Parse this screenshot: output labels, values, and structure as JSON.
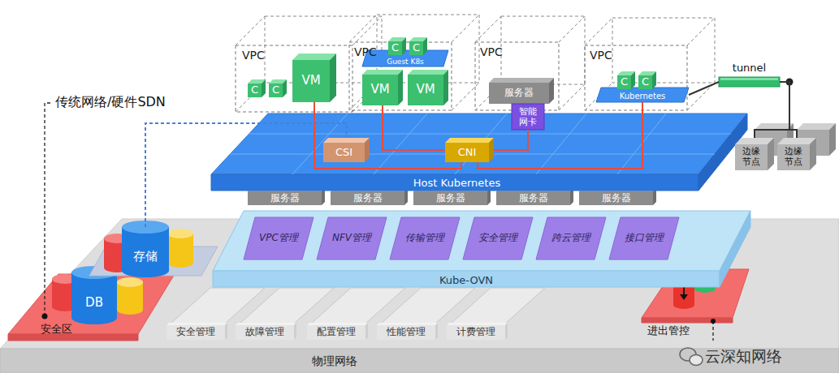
{
  "diagram": {
    "nodes": [
      {
        "text": [
          "VPC"
        ]
      },
      {
        "text": [
          "C"
        ],
        "in": 0
      },
      {
        "text": [
          "C"
        ],
        "in": 0
      },
      {
        "text": [
          "VM"
        ],
        "in": 0
      },
      {
        "text": [
          "VPC"
        ]
      },
      {
        "text": [
          "Guest K8s"
        ],
        "in": 4
      },
      {
        "text": [
          "C"
        ],
        "in": 5
      },
      {
        "text": [
          "C"
        ],
        "in": 5
      },
      {
        "text": [
          "VM"
        ],
        "in": 4
      },
      {
        "text": [
          "VM"
        ],
        "in": 4
      },
      {
        "text": [
          "VPC"
        ]
      },
      {
        "text": [
          "服务器"
        ],
        "in": 10
      },
      {
        "text": [
          "智能网卡"
        ]
      },
      {
        "text": [
          "VPC"
        ]
      },
      {
        "text": [
          "Kubernetes"
        ],
        "in": 13
      },
      {
        "text": [
          "C"
        ],
        "in": 14
      },
      {
        "text": [
          "C"
        ],
        "in": 14
      },
      {
        "text": [
          "tunnel"
        ]
      },
      {
        "text": [
          "边缘节点"
        ]
      },
      {
        "text": [
          "边缘节点"
        ]
      },
      {
        "text": [
          "Host Kubernetes"
        ]
      },
      {
        "text": [
          "CSI"
        ],
        "in": 20
      },
      {
        "text": [
          "CNI"
        ],
        "in": 20
      },
      {
        "text": [
          "服务器"
        ]
      },
      {
        "text": [
          "服务器"
        ]
      },
      {
        "text": [
          "服务器"
        ]
      },
      {
        "text": [
          "服务器"
        ]
      },
      {
        "text": [
          "服务器"
        ]
      },
      {
        "text": [
          "Kube-OVN"
        ]
      },
      {
        "text": [
          "VPC管理"
        ],
        "in": 28
      },
      {
        "text": [
          "NFV管理"
        ],
        "in": 28
      },
      {
        "text": [
          "传输管理"
        ],
        "in": 28
      },
      {
        "text": [
          "安全管理"
        ],
        "in": 28
      },
      {
        "text": [
          "跨云管理"
        ],
        "in": 28
      },
      {
        "text": [
          "接口管理"
        ],
        "in": 28
      },
      {
        "text": [
          "物理网络"
        ]
      },
      {
        "text": [
          "安全管理"
        ],
        "in": 35
      },
      {
        "text": [
          "故障管理"
        ],
        "in": 35
      },
      {
        "text": [
          "配置管理"
        ],
        "in": 35
      },
      {
        "text": [
          "性能管理"
        ],
        "in": 35
      },
      {
        "text": [
          "计费管理"
        ],
        "in": 35
      },
      {
        "text": [
          "安全区"
        ]
      },
      {
        "text": [
          "存储"
        ]
      },
      {
        "text": [
          "DB"
        ],
        "in": 41
      },
      {
        "text": [
          "进出管控"
        ]
      }
    ],
    "edges": [
      {
        "from": 3,
        "to": 22,
        "arrow": "none"
      },
      {
        "from": 8,
        "to": 22,
        "arrow": "none"
      },
      {
        "from": 12,
        "to": 22,
        "arrow": "none"
      },
      {
        "from": 14,
        "to": 22,
        "arrow": "none"
      },
      {
        "from": 42,
        "to": 21,
        "arrow": "none"
      },
      {
        "from": 14,
        "to": 17,
        "arrow": "none"
      },
      {
        "from": 17,
        "to": 18,
        "arrow": "none"
      },
      {
        "from": 17,
        "to": 19,
        "arrow": "none"
      }
    ],
    "labels": [
      "传统网络/硬件SDN",
      "云深知网络"
    ]
  }
}
